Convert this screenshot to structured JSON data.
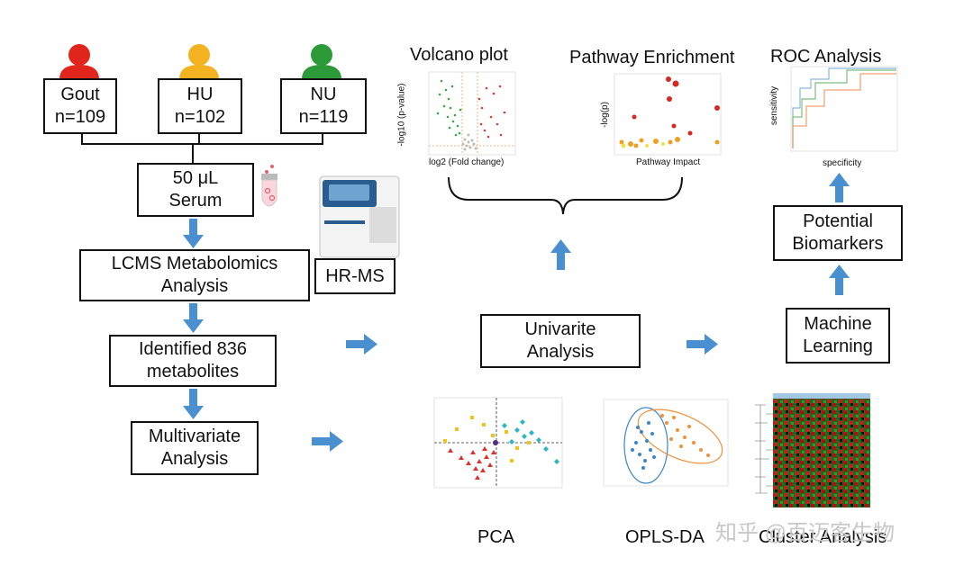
{
  "groups": [
    {
      "name": "Gout",
      "n": "n=109",
      "color": "#e0261c"
    },
    {
      "name": "HU",
      "n": "n=102",
      "color": "#f3b21f"
    },
    {
      "name": "NU",
      "n": "n=119",
      "color": "#2c9a38"
    }
  ],
  "steps": {
    "serum": {
      "line1": "50 μL",
      "line2": "Serum"
    },
    "lcms": {
      "line1": "LCMS Metabolomics",
      "line2": "Analysis"
    },
    "hrms": "HR-MS",
    "identified": {
      "line1": "Identified 836",
      "line2": "metabolites"
    },
    "multivariate": {
      "line1": "Multivariate",
      "line2": "Analysis"
    },
    "univariate": {
      "line1": "Univarite",
      "line2": "Analysis"
    },
    "machine": {
      "line1": "Machine",
      "line2": "Learning"
    },
    "biomarkers": {
      "line1": "Potential",
      "line2": "Biomarkers"
    }
  },
  "plots": {
    "volcano": {
      "title": "Volcano plot",
      "xlabel": "log2 (Fold change)",
      "ylabel": "-log10 (p-value)"
    },
    "pathway": {
      "title": "Pathway Enrichment",
      "xlabel": "Pathway Impact",
      "ylabel": "-log(p)"
    },
    "roc": {
      "title": "ROC Analysis",
      "xlabel": "specificity",
      "ylabel": "sensitivity"
    },
    "pca": {
      "title": "PCA"
    },
    "oplsda": {
      "title": "OPLS-DA"
    },
    "cluster": {
      "title": "Cluster Analysis"
    }
  },
  "watermark": "知乎 @百迈客生物",
  "colors": {
    "arrow": "#4a90d0",
    "box_border": "#111111"
  }
}
